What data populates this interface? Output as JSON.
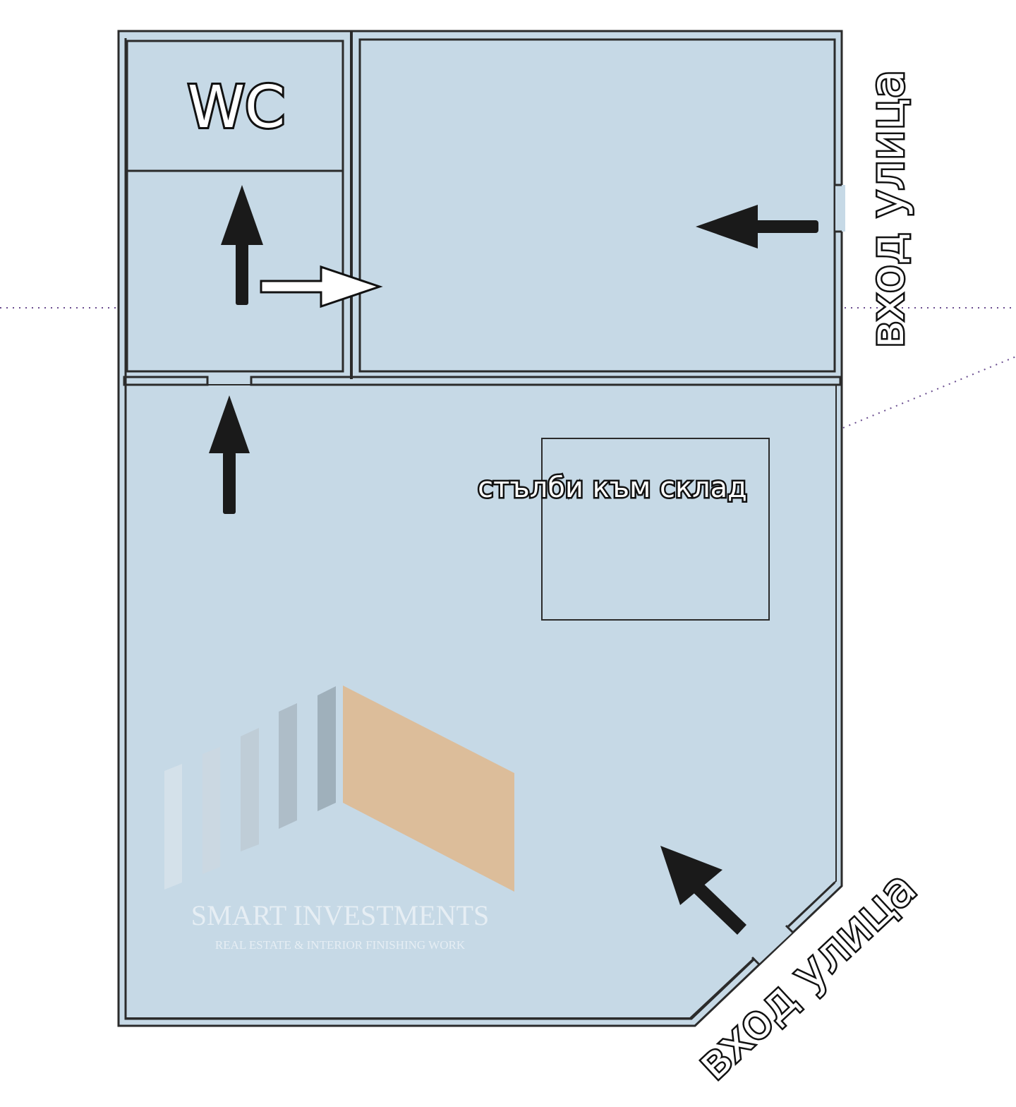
{
  "rooms": {
    "wc_label": "WC",
    "stairs_label": "стълби към склад"
  },
  "entrances": {
    "east_label": "вход улица",
    "southeast_label": "вход улица"
  },
  "watermark": {
    "brand": "SMART INVESTMENTS",
    "tagline": "REAL ESTATE & INTERIOR FINISHING WORK"
  },
  "colors": {
    "room_fill": "#c6d9e6",
    "wall": "#2b2b2b",
    "arrow": "#1a1a1a",
    "logo_accent": "#dcbd9a"
  }
}
